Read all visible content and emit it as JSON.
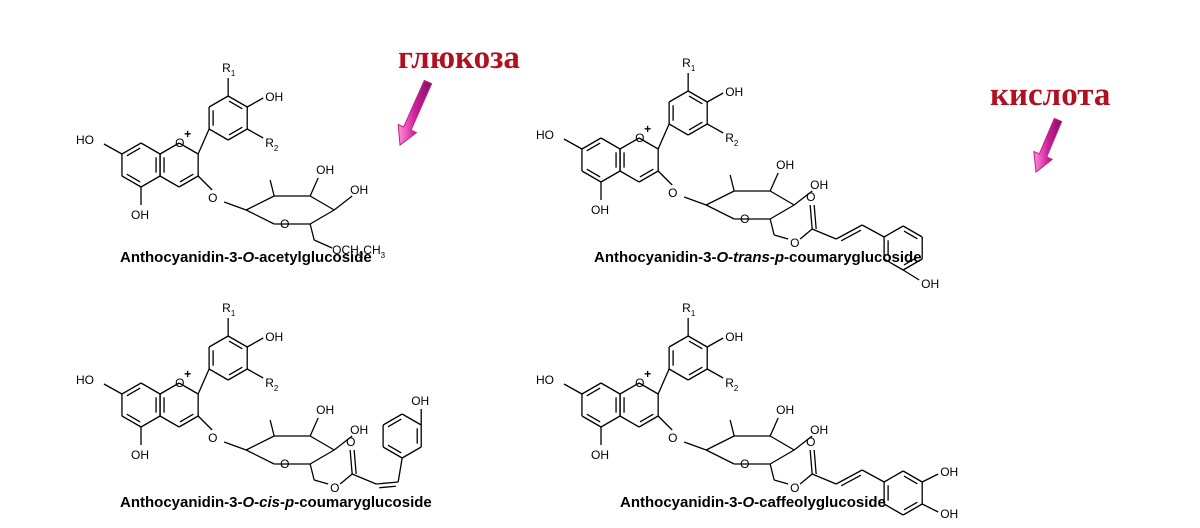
{
  "annotations": {
    "glucose": "глюкоза",
    "acid": "кислота"
  },
  "atoms": {
    "OH": "OH",
    "HO": "HO",
    "O": "O",
    "plus": "+",
    "R1": "R",
    "R1_sub": "1",
    "R2": "R",
    "R2_sub": "2",
    "OCH2CH3": "OCH",
    "OCH2CH3_sub": "2",
    "OCH2CH3_tail": "CH",
    "OCH2CH3_sub2": "3"
  },
  "captions": [
    {
      "parts": [
        {
          "t": "Anthocyanidin-3-"
        },
        {
          "t": "O",
          "i": true
        },
        {
          "t": "-acetylglucoside"
        }
      ]
    },
    {
      "parts": [
        {
          "t": "Anthocyanidin-3-"
        },
        {
          "t": "O",
          "i": true
        },
        {
          "t": "-"
        },
        {
          "t": "trans",
          "i": true
        },
        {
          "t": "-"
        },
        {
          "t": "p",
          "i": true
        },
        {
          "t": "-coumaryglucoside"
        }
      ]
    },
    {
      "parts": [
        {
          "t": "Anthocyanidin-3-"
        },
        {
          "t": "O",
          "i": true
        },
        {
          "t": "-"
        },
        {
          "t": "cis",
          "i": true
        },
        {
          "t": "-"
        },
        {
          "t": "p",
          "i": true
        },
        {
          "t": "-coumaryglucoside"
        }
      ]
    },
    {
      "parts": [
        {
          "t": "Anthocyanidin-3-"
        },
        {
          "t": "O",
          "i": true
        },
        {
          "t": "-caffeolyglucoside"
        }
      ]
    }
  ],
  "colors": {
    "annotation_text": "#b01020",
    "arrow": "#c0208a",
    "arrow_light": "#ff7fd0",
    "bond": "#000000"
  }
}
